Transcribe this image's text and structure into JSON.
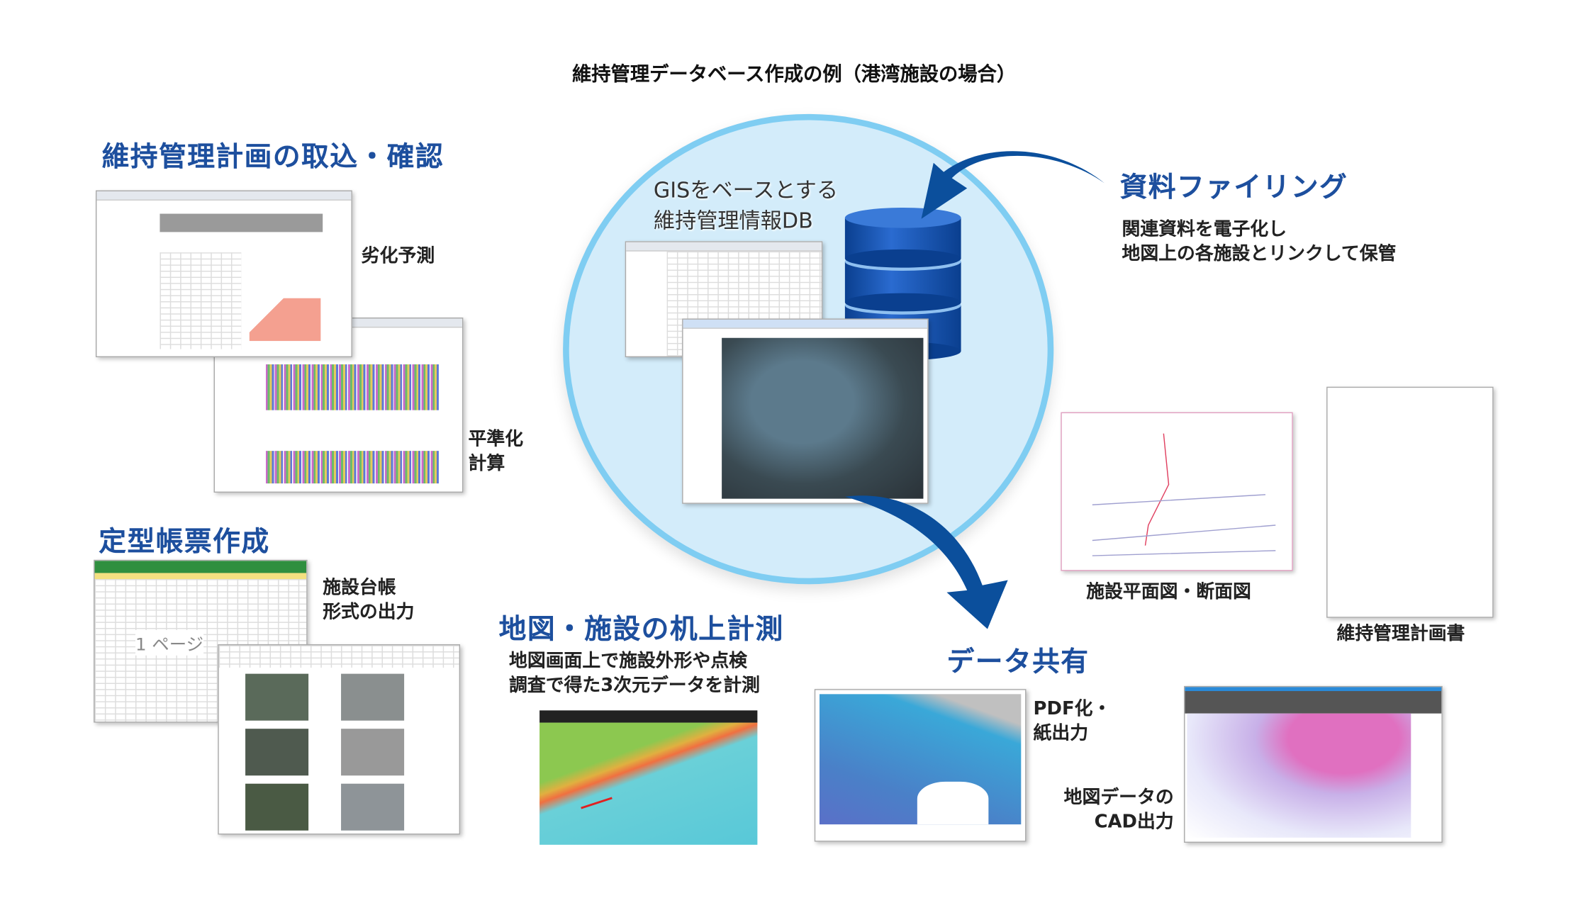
{
  "title": "維持管理データベース作成の例（港湾施設の場合）",
  "center": {
    "line1": "GISをベースとする",
    "line2": "維持管理情報DB"
  },
  "sections": {
    "plan_import": {
      "heading": "維持管理計画の取込・確認",
      "label_deterioration": "劣化予測",
      "label_leveling_1": "平準化",
      "label_leveling_2": "計算"
    },
    "forms": {
      "heading": "定型帳票作成",
      "label_1": "施設台帳",
      "label_2": "形式の出力",
      "page_text": "1 ページ"
    },
    "measure": {
      "heading": "地図・施設の机上計測",
      "desc_1": "地図画面上で施設外形や点検",
      "desc_2": "調査で得た3次元データを計測"
    },
    "filing": {
      "heading": "資料ファイリング",
      "desc_1": "関連資料を電子化し",
      "desc_2": "地図上の各施設とリンクして保管",
      "doc_1": "施設平面図・断面図",
      "doc_2": "維持管理計画書"
    },
    "share": {
      "heading": "データ共有",
      "pdf_1": "PDF化・",
      "pdf_2": "紙出力",
      "cad_1": "地図データの",
      "cad_2": "CAD出力"
    }
  },
  "colors": {
    "heading_blue": "#1d4f9e",
    "circle_fill": "#d3ecfa",
    "circle_border": "#7fcdf2",
    "arrow": "#0b4f9c"
  }
}
